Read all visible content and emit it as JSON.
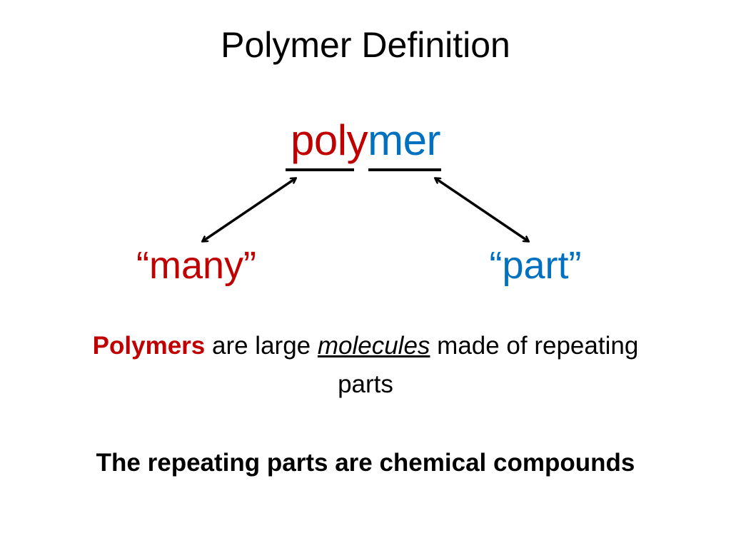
{
  "slide": {
    "title": "Polymer Definition",
    "word": {
      "prefix": "poly",
      "root": "mer"
    },
    "glosses": {
      "prefix_meaning": "“many”",
      "root_meaning": "“part”"
    },
    "definition": {
      "term": "Polymers",
      "text_1": " are large ",
      "emphasis": "molecules",
      "text_2": " made of repeating parts"
    },
    "note": "The repeating parts are chemical compounds"
  },
  "colors": {
    "prefix_red": "#c00000",
    "root_blue": "#0070c0"
  }
}
